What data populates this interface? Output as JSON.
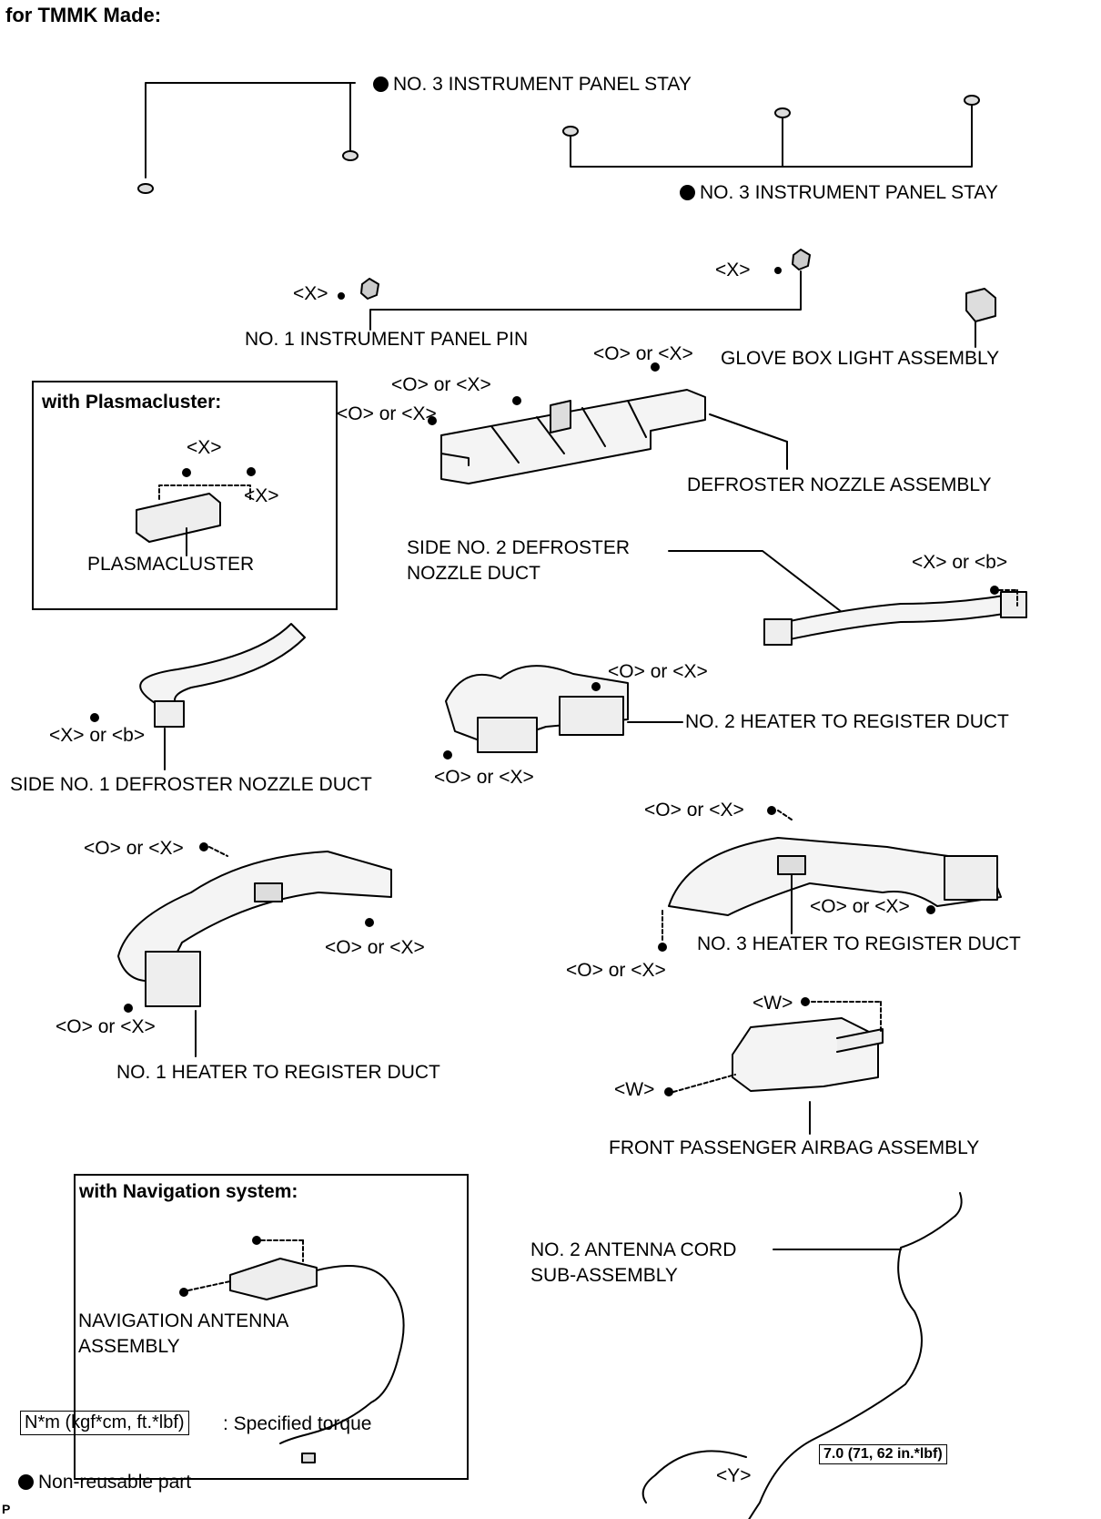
{
  "header": {
    "title": "for TMMK Made:"
  },
  "parts": {
    "stay_left": "NO. 3 INSTRUMENT PANEL STAY",
    "stay_right": "NO. 3 INSTRUMENT PANEL STAY",
    "pin": "NO. 1 INSTRUMENT PANEL PIN",
    "glove_light": "GLOVE BOX LIGHT ASSEMBLY",
    "defroster_nozzle": "DEFROSTER NOZZLE ASSEMBLY",
    "plasmacluster": "PLASMACLUSTER",
    "side2_line1": "SIDE NO. 2 DEFROSTER",
    "side2_line2": "NOZZLE DUCT",
    "side1": "SIDE NO. 1 DEFROSTER NOZZLE DUCT",
    "heater2": "NO. 2 HEATER TO REGISTER DUCT",
    "heater3": "NO. 3 HEATER TO REGISTER DUCT",
    "heater1": "NO. 1 HEATER TO REGISTER DUCT",
    "airbag": "FRONT PASSENGER AIRBAG ASSEMBLY",
    "nav_line1": "NAVIGATION ANTENNA",
    "nav_line2": "ASSEMBLY",
    "antenna_line1": "NO. 2 ANTENNA CORD",
    "antenna_line2": "SUB-ASSEMBLY"
  },
  "callouts": {
    "x": "<X>",
    "o_or_x": "<O> or <X>",
    "x_or_b": "<X> or <b>",
    "w": "<W>",
    "y": "<Y>"
  },
  "boxes": {
    "plasmacluster_title": "with Plasmacluster:",
    "nav_title": "with Navigation system:"
  },
  "torque": {
    "value": "7.0 (71, 62 in.*lbf)"
  },
  "legend": {
    "torque_unit": "N*m (kgf*cm, ft.*lbf)",
    "torque_text": ": Specified torque",
    "nonreusable": "Non-reusable part"
  },
  "footer": {
    "code": "P"
  }
}
